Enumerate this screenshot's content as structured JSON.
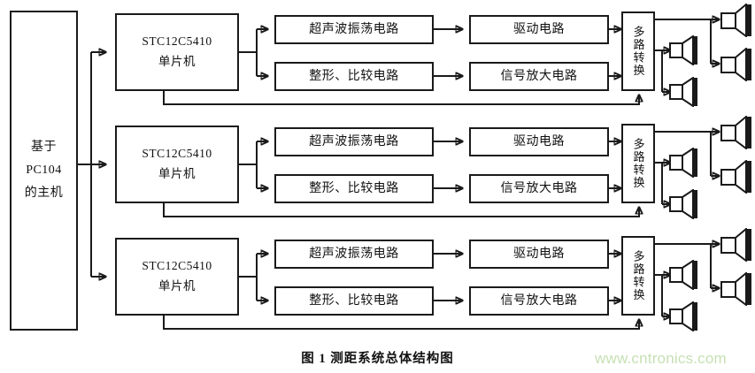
{
  "figure": {
    "caption_number": "图 1",
    "caption_title": "测距系统总体结构图",
    "caption_full": "图 1  测距系统总体结构图"
  },
  "watermark": {
    "text": "www.cntronics.com",
    "color": "#c6e0b4"
  },
  "colors": {
    "line": "#1a1a1a",
    "box_fill": "#ffffff",
    "page_bg": "#ffffff",
    "text": "#111111"
  },
  "host": {
    "line1": "基于",
    "line2": "PC104",
    "line3": "的主机"
  },
  "channels": [
    {
      "id": "channel-1",
      "mcu": {
        "model": "STC12C5410",
        "type": "单片机"
      },
      "blocks": {
        "oscillator": "超声波振荡电路",
        "shaping": "整形、比较电路",
        "driver": "驱动电路",
        "amplifier": "信号放大电路",
        "mux": "多路转换"
      },
      "transducers": [
        "换能器1",
        "换能器2",
        "换能器3",
        "换能器4"
      ]
    },
    {
      "id": "channel-2",
      "mcu": {
        "model": "STC12C5410",
        "type": "单片机"
      },
      "blocks": {
        "oscillator": "超声波振荡电路",
        "shaping": "整形、比较电路",
        "driver": "驱动电路",
        "amplifier": "信号放大电路",
        "mux": "多路转换"
      },
      "transducers": [
        "换能器1",
        "换能器2",
        "换能器3",
        "换能器4"
      ]
    },
    {
      "id": "channel-3",
      "mcu": {
        "model": "STC12C5410",
        "type": "单片机"
      },
      "blocks": {
        "oscillator": "超声波振荡电路",
        "shaping": "整形、比较电路",
        "driver": "驱动电路",
        "amplifier": "信号放大电路",
        "mux": "多路转换"
      },
      "transducers": [
        "换能器1",
        "换能器2",
        "换能器3",
        "换能器4"
      ]
    }
  ]
}
